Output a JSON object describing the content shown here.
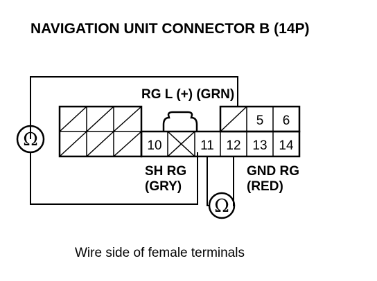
{
  "title": "NAVIGATION UNIT CONNECTOR B (14P)",
  "caption": "Wire side of female terminals",
  "labels": {
    "rg_l": "RG L (+) (GRN)",
    "sh_rg": "SH RG",
    "sh_rg_color": "(GRY)",
    "gnd_rg": "GND RG",
    "gnd_rg_color": "(RED)"
  },
  "pins": {
    "p5": "5",
    "p6": "6",
    "p10": "10",
    "p11": "11",
    "p12": "12",
    "p13": "13",
    "p14": "14"
  },
  "meters": {
    "left_symbol": "Ω",
    "bottom_symbol": "Ω"
  }
}
